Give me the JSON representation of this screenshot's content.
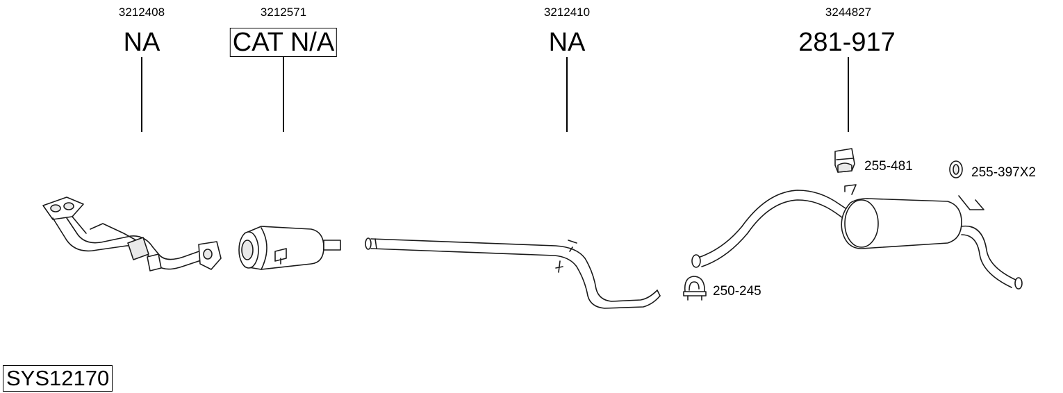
{
  "parts": [
    {
      "ref": "3212408",
      "code": "NA",
      "boxed": false
    },
    {
      "ref": "3212571",
      "code": "CAT N/A",
      "boxed": true
    },
    {
      "ref": "3212410",
      "code": "NA",
      "boxed": false
    },
    {
      "ref": "3244827",
      "code": "281-917",
      "boxed": false
    }
  ],
  "accessories": [
    {
      "label": "255-481",
      "icon": "rubber-hanger-icon"
    },
    {
      "label": "255-397X2",
      "icon": "rubber-ring-icon"
    },
    {
      "label": "250-245",
      "icon": "pipe-clamp-icon"
    }
  ],
  "system_id": "SYS12170"
}
